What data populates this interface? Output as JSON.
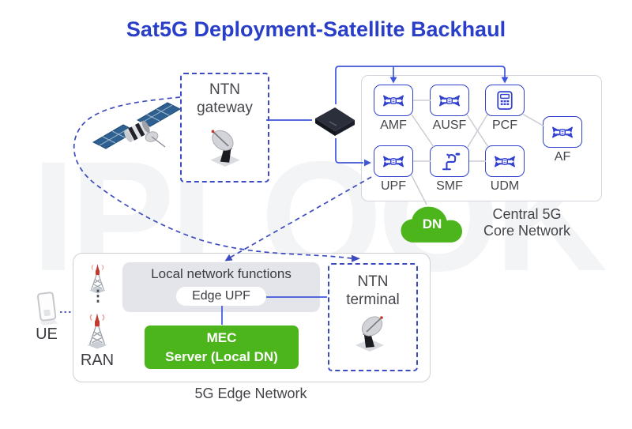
{
  "title": "Sat5G Deployment-Satellite Backhaul",
  "watermark": "IPLOOK",
  "core": {
    "label_line1": "Central 5G",
    "label_line2": "Core Network",
    "dn_label": "DN",
    "nfs": [
      {
        "label": "AMF"
      },
      {
        "label": "AUSF"
      },
      {
        "label": "PCF"
      },
      {
        "label": "AF"
      },
      {
        "label": "UPF"
      },
      {
        "label": "SMF"
      },
      {
        "label": "UDM"
      }
    ]
  },
  "gateway": {
    "line1": "NTN",
    "line2": "gateway"
  },
  "terminal": {
    "line1": "NTN",
    "line2": "terminal"
  },
  "edge": {
    "label": "5G Edge Network",
    "ran_label": "RAN",
    "ran_dots": "⋮",
    "local_functions_label": "Local network functions",
    "edge_upf_label": "Edge UPF",
    "mec_line1": "MEC",
    "mec_line2": "Server (Local DN)"
  },
  "ue_label": "UE",
  "colors": {
    "title_blue": "#2a3fc7",
    "icon_blue": "#3141cf",
    "line_blue": "#3e56da",
    "dash_indigo": "#3c4bc0",
    "green": "#4db51c",
    "gray_text": "#45464b"
  }
}
